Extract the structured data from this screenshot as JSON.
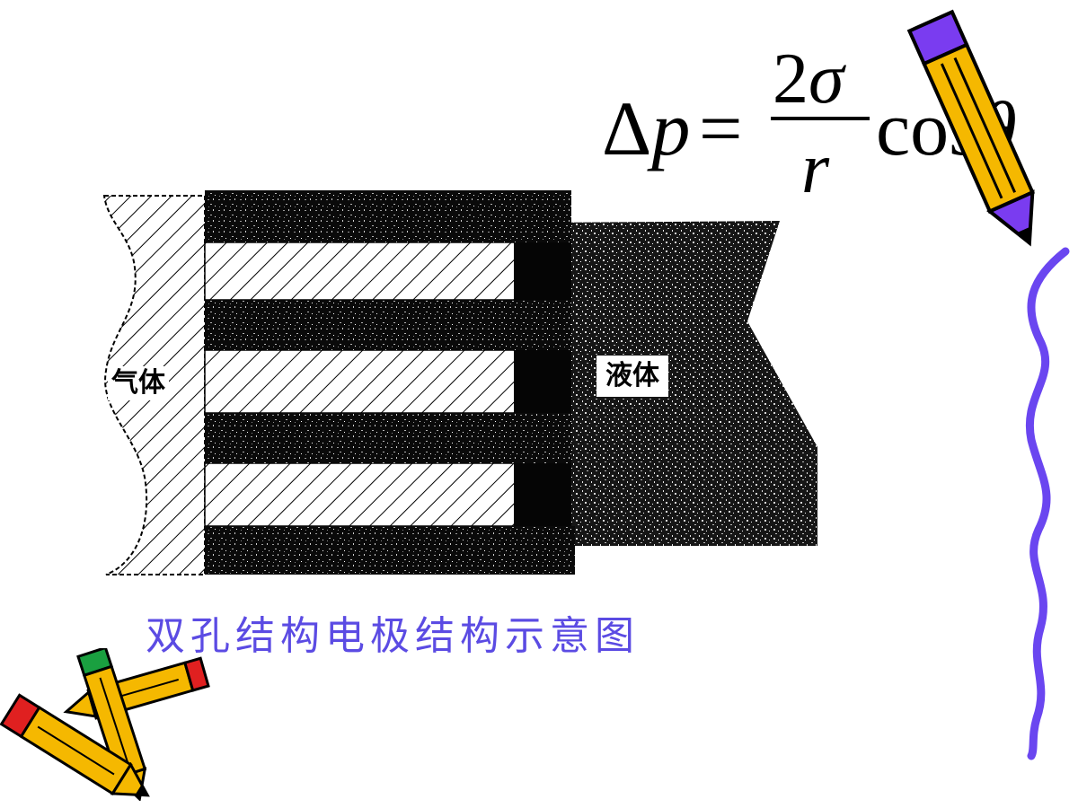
{
  "formula": {
    "lhs_delta": "Δ",
    "lhs_var": "p",
    "equals": "=",
    "numerator_coef": "2",
    "numerator_var": "σ",
    "denominator": "r",
    "trig_func": "cos",
    "trig_arg": "θ"
  },
  "diagram": {
    "gas_label": "气体",
    "liquid_label": "液体"
  },
  "caption": "双孔结构电极结构示意图",
  "colors": {
    "caption": "#5b4be3",
    "wavy_line": "#6644ee",
    "pencil_body": "#f5b800",
    "pencil_tip_purple": "#7a3cf0",
    "pencil_red": "#e02020",
    "pencil_green": "#1aa040"
  },
  "icons": [
    "pencil-icon",
    "crossed-pencils-icon"
  ]
}
